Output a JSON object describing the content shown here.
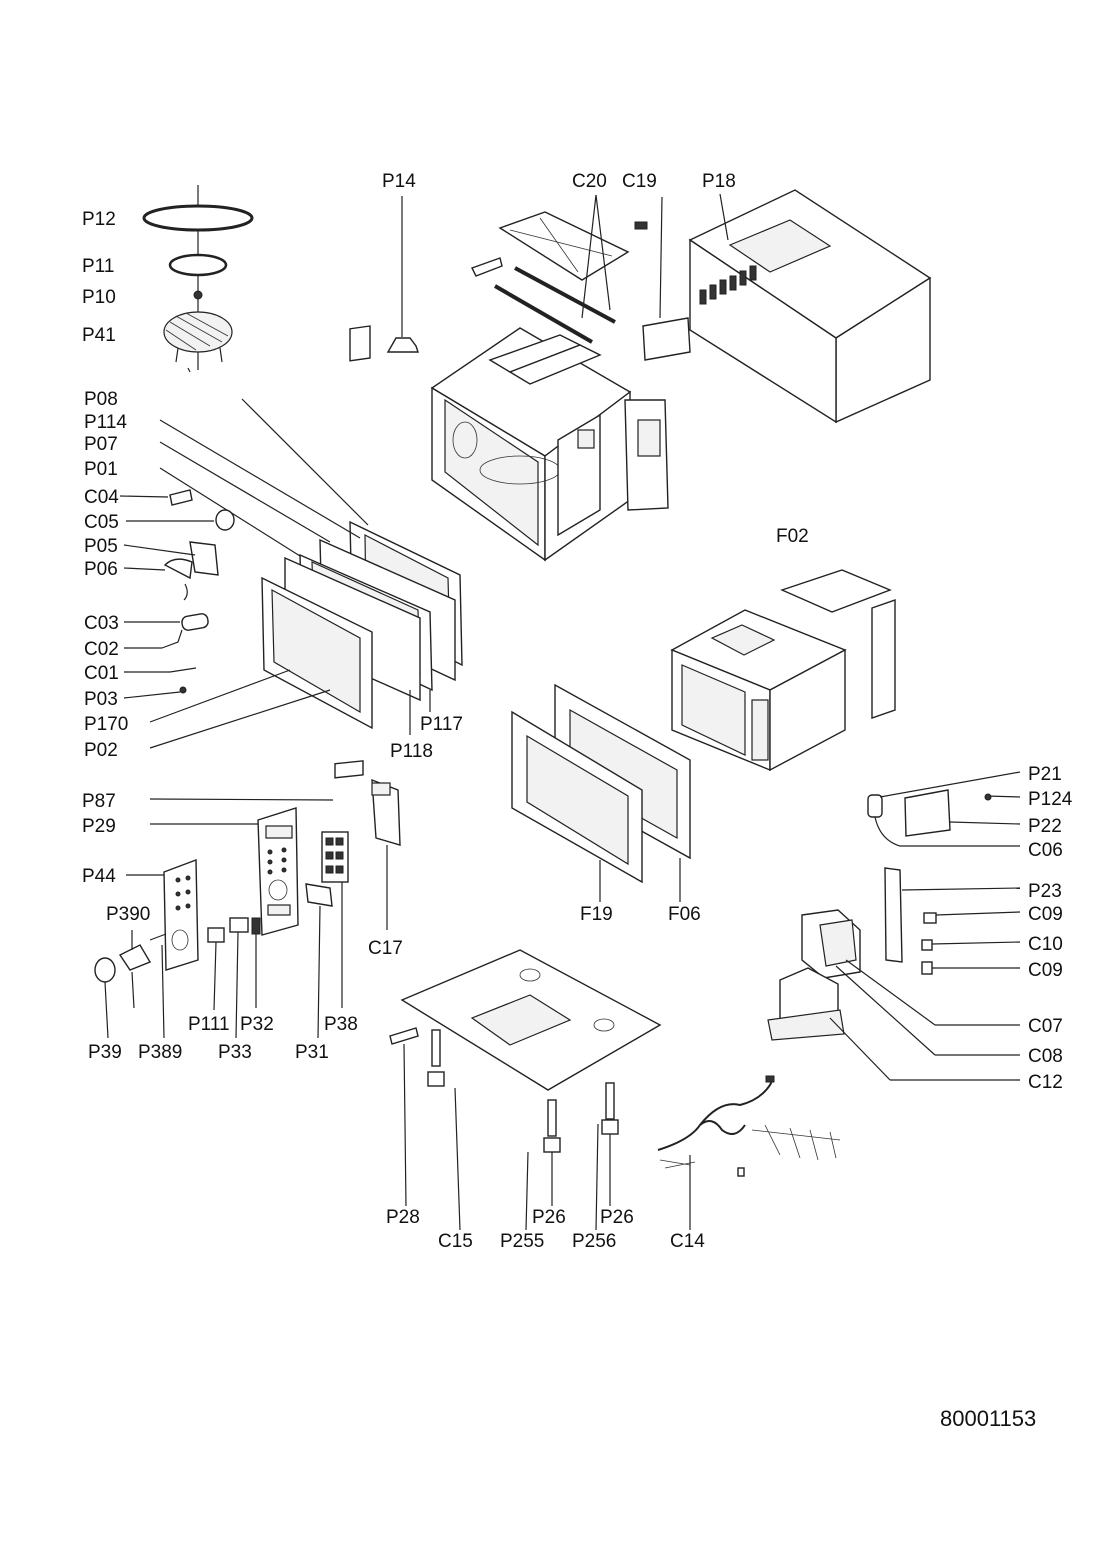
{
  "document_number": "80001153",
  "callouts": [
    "P12",
    "P11",
    "P10",
    "P41",
    "P14",
    "C20",
    "C19",
    "P18",
    "P08",
    "P114",
    "P07",
    "P01",
    "C04",
    "C05",
    "P05",
    "P06",
    "C03",
    "C02",
    "C01",
    "P03",
    "P170",
    "P02",
    "P118",
    "P117",
    "F02",
    "P87",
    "P29",
    "P44",
    "P390",
    "P39",
    "P389",
    "P111",
    "P33",
    "P32",
    "P31",
    "P38",
    "C17",
    "F19",
    "F06",
    "P21",
    "P124",
    "P22",
    "C06",
    "P23",
    "C09",
    "C10",
    "C09",
    "C07",
    "C08",
    "C12",
    "P28",
    "C15",
    "P26",
    "P255",
    "P26",
    "P256",
    "C14"
  ]
}
